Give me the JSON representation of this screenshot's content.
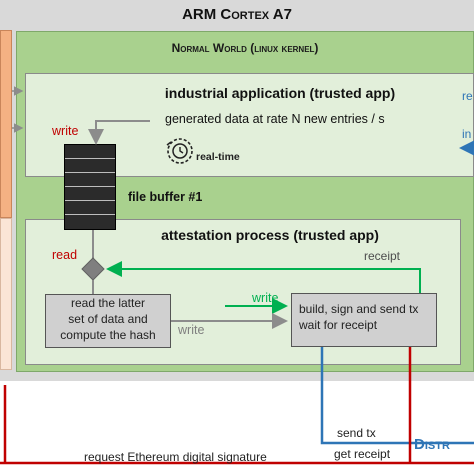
{
  "arm": {
    "title_prefix": "ARM ",
    "title_smallcaps": "Cortex A7"
  },
  "normal_world": {
    "title": "Normal World (linux kernel)"
  },
  "industrial_app": {
    "title": "industrial application (trusted app)",
    "subtitle": "generated data at rate N new entries / s",
    "realtime_label": "real-time",
    "right_fragment_1": "re",
    "right_fragment_2": "in"
  },
  "file_buffer": {
    "label": "file buffer #1",
    "slots": 6
  },
  "attestation": {
    "title": "attestation process (trusted app)",
    "read_box": [
      "read the latter",
      "set of data and",
      "compute the hash"
    ],
    "build_box": [
      "build, sign and send tx",
      "wait for receipt"
    ]
  },
  "arrows": {
    "write_in": "write",
    "read": "read",
    "write_green": "write",
    "write_grey": "write",
    "receipt": "receipt",
    "send_tx": "send tx",
    "get_receipt": "get receipt",
    "request_signature": "request Ethereum digital signature"
  },
  "distr": {
    "fragment": "Distr"
  },
  "colors": {
    "outer_gray": "#d9d9d9",
    "normal_world_green": "#a9d18e",
    "inner_panel": "#e2efda",
    "orange_strip": "#f4b183",
    "buffer_dark": "#2b2b2b",
    "blue_line": "#2e75b6",
    "red_line": "#c00000",
    "green_arrow": "#00b050",
    "gray_box": "#d0d0d0"
  }
}
